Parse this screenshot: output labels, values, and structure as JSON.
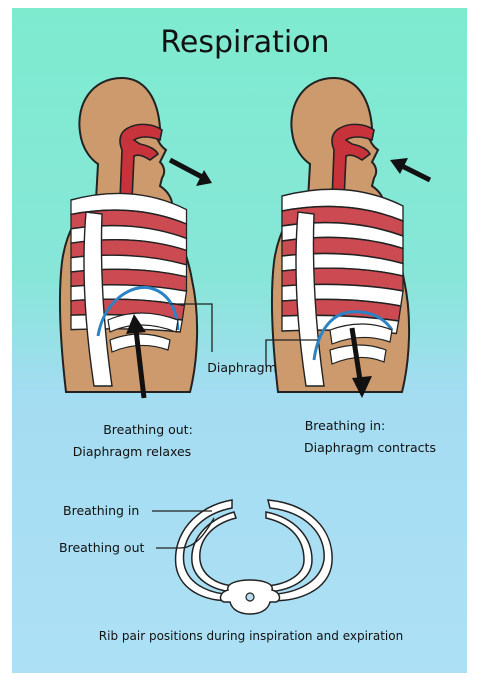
{
  "title": "Respiration",
  "labels": {
    "out_caption_1": "Breathing out:",
    "out_caption_2": "Diaphragm relaxes",
    "in_caption_1": "Breathing in:",
    "in_caption_2": "Diaphragm contracts",
    "diaphragm": "Diaphragm",
    "rib_in": "Breathing in",
    "rib_out": "Breathing out",
    "rib_caption": "Rib pair positions during inspiration and expiration"
  },
  "colors": {
    "skin": "#cc9a6c",
    "airway": "#c8333b",
    "lung": "#cc4a52",
    "diaphragm": "#2b82c4",
    "bone": "#ffffff",
    "background_top": "#7eebcf",
    "background_bottom": "#ade0f4"
  }
}
